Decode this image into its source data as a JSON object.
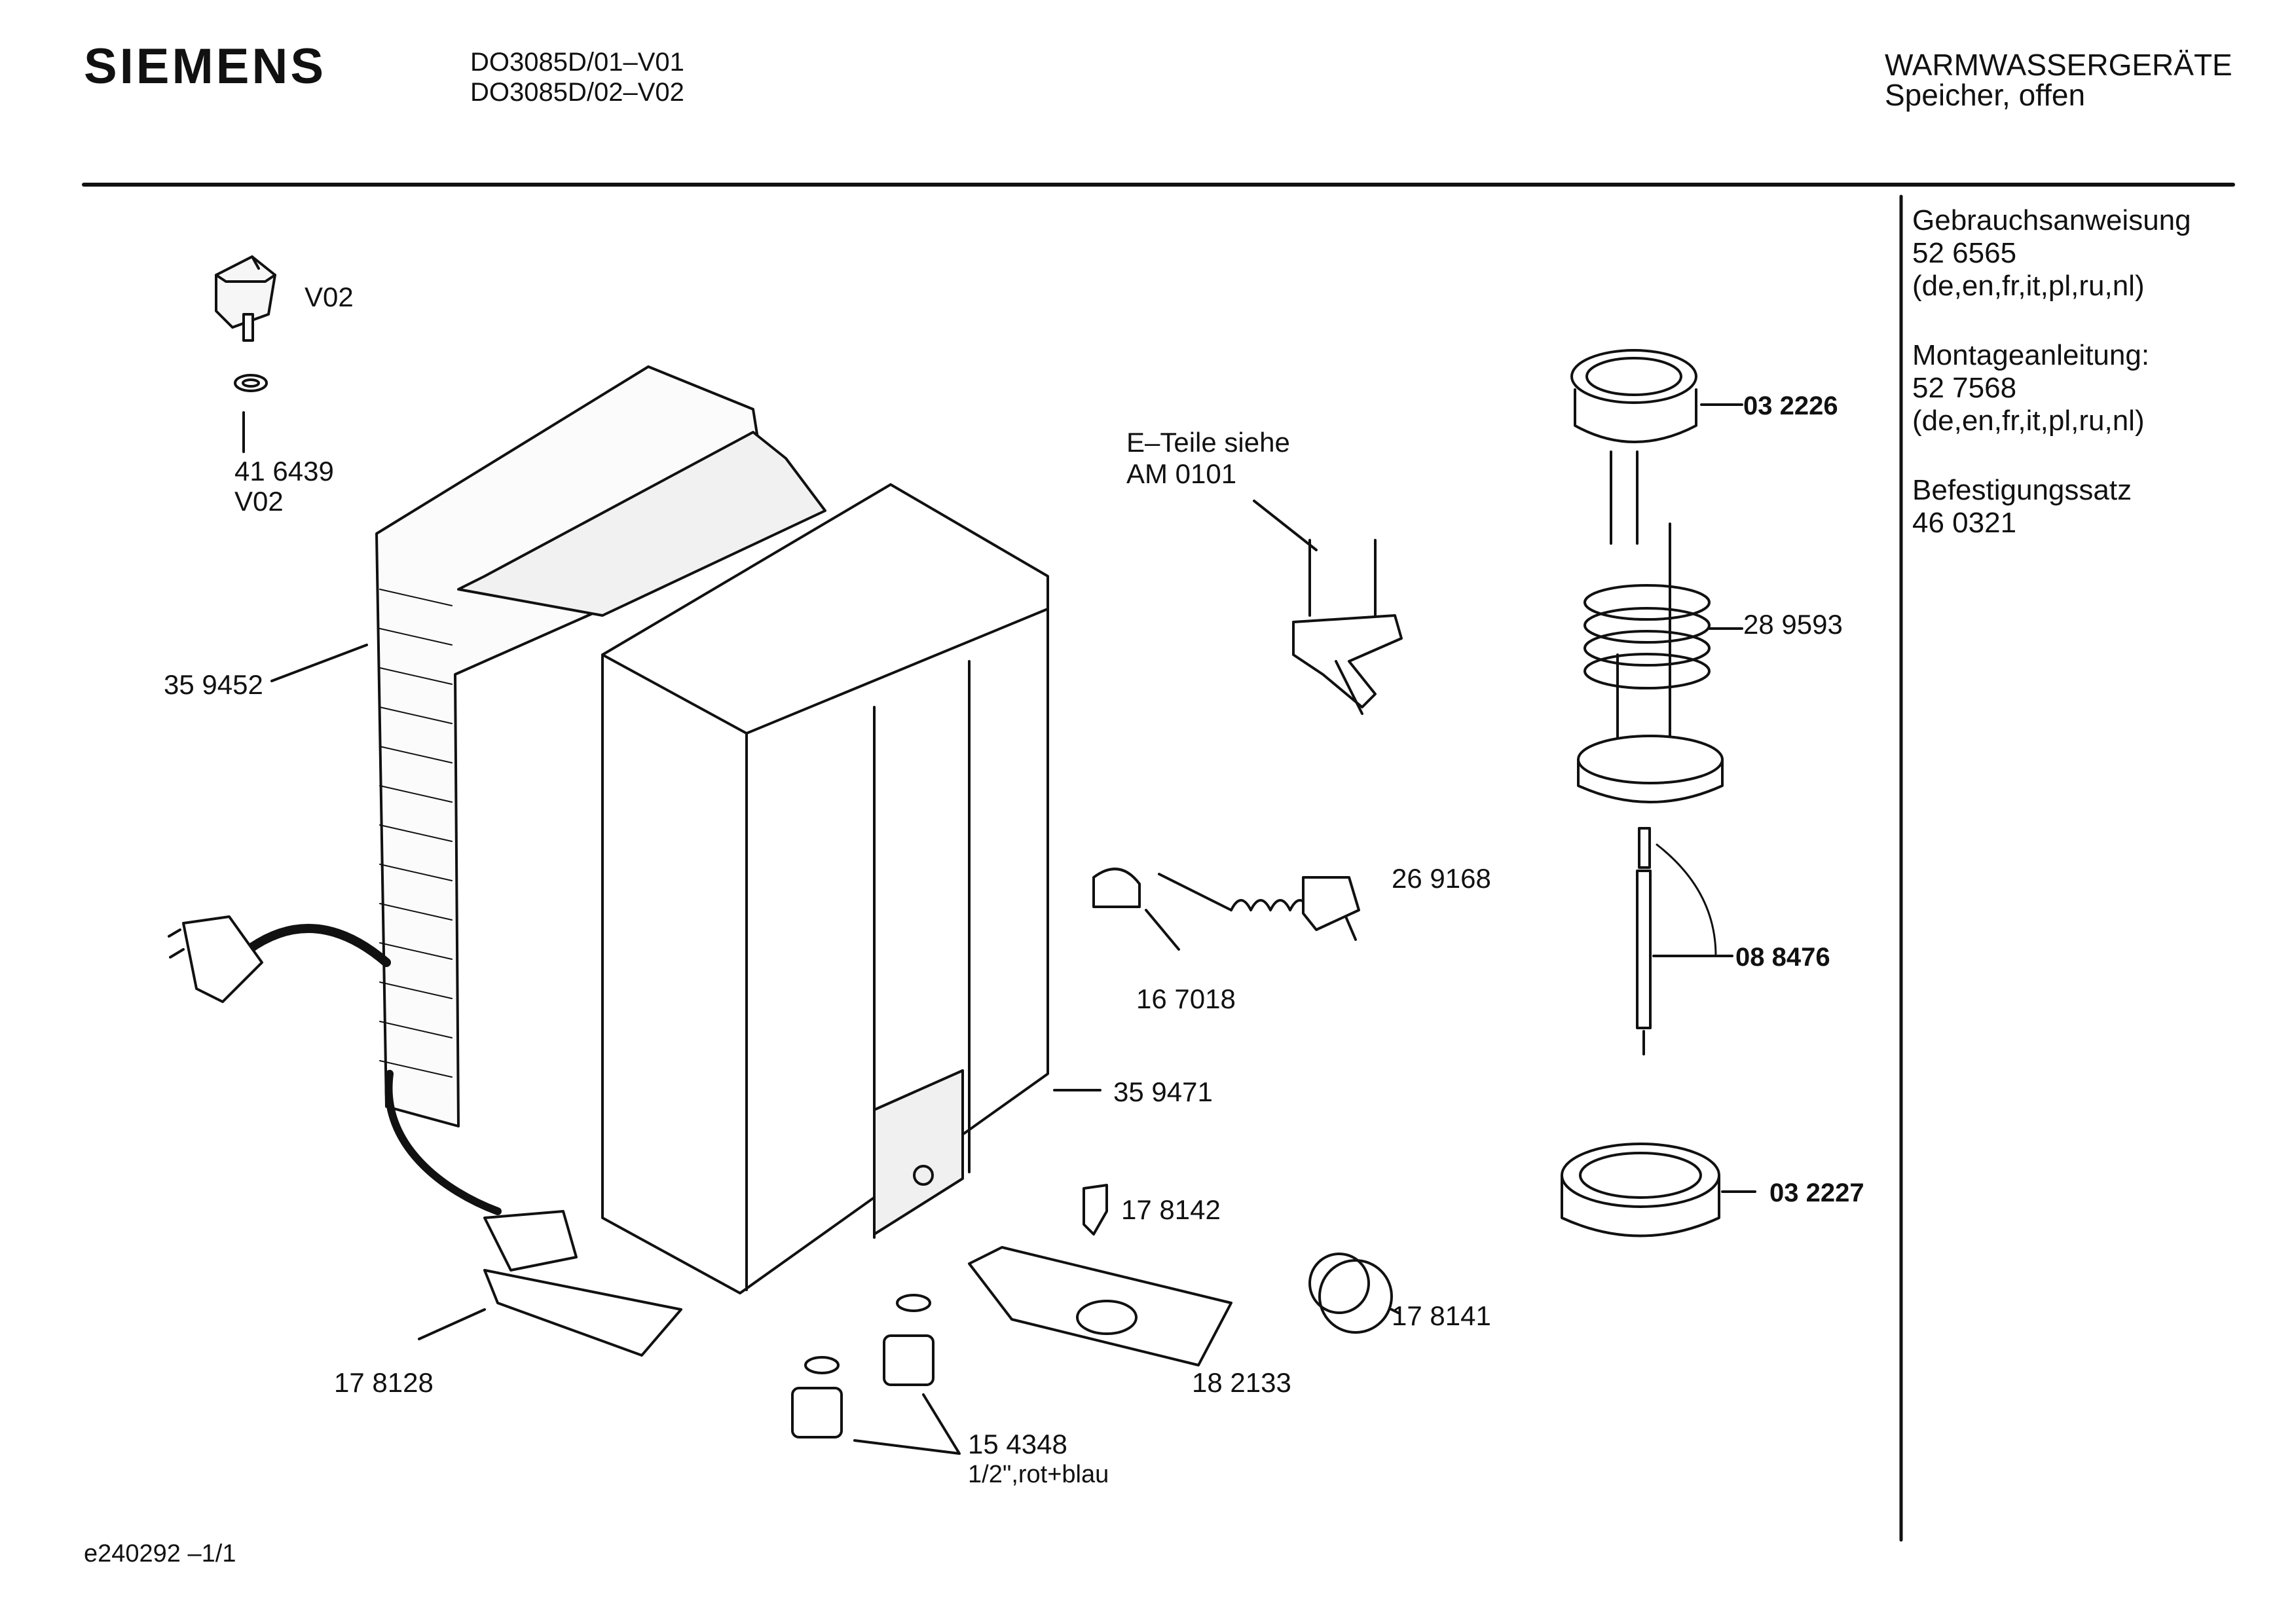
{
  "header": {
    "brand": "SIEMENS",
    "model_1": "DO3085D/01–V01",
    "model_2": "DO3085D/02–V02",
    "category": "WARMWASSERGERÄTE",
    "subcategory": "Speicher, offen"
  },
  "documents": [
    {
      "title": "Gebrauchsanweisung",
      "number": "52 6565",
      "languages": "(de,en,fr,it,pl,ru,nl)"
    },
    {
      "title": "Montageanleitung:",
      "number": "52 7568",
      "languages": "(de,en,fr,it,pl,ru,nl)"
    },
    {
      "title": "Befestigungssatz",
      "number": "46 0321"
    }
  ],
  "labels": {
    "v02_top": "V02",
    "p416439": "41 6439",
    "v02_sub": "V02",
    "p359452": "35 9452",
    "eteile_1": "E–Teile siehe",
    "eteile_2": "AM 0101",
    "p032226": "03 2226",
    "p289593": "28 9593",
    "p269168": "26  9168",
    "p167018": "16 7018",
    "p088476": "08 8476",
    "p359471": "35  9471",
    "p032227": "03 2227",
    "p178142": "17  8142",
    "p178141": "17  8141",
    "p178128": "17 8128",
    "p182133": "18 2133",
    "p154348": "15 4348",
    "p154348_sub": "1/2\",rot+blau"
  },
  "footer": "e240292  –1/1"
}
